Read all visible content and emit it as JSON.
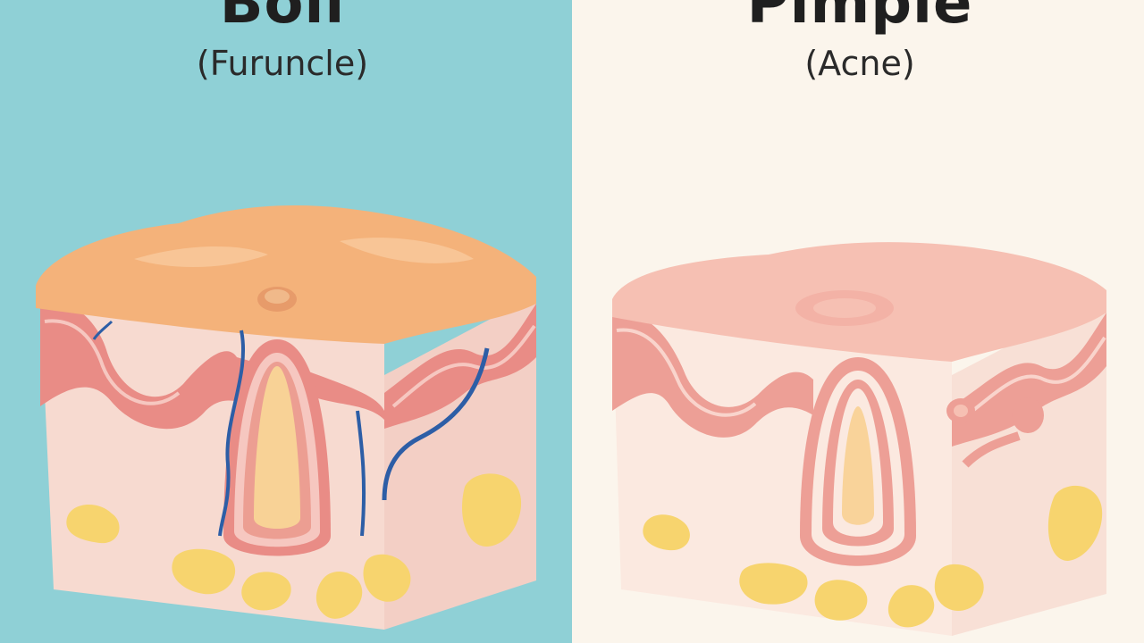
{
  "left": {
    "title": "Boil",
    "subtitle": "(Furuncle)",
    "background": "#8fd0d6"
  },
  "right": {
    "title": "Pimple",
    "subtitle": "(Acne)",
    "background": "#fbf5ec"
  }
}
